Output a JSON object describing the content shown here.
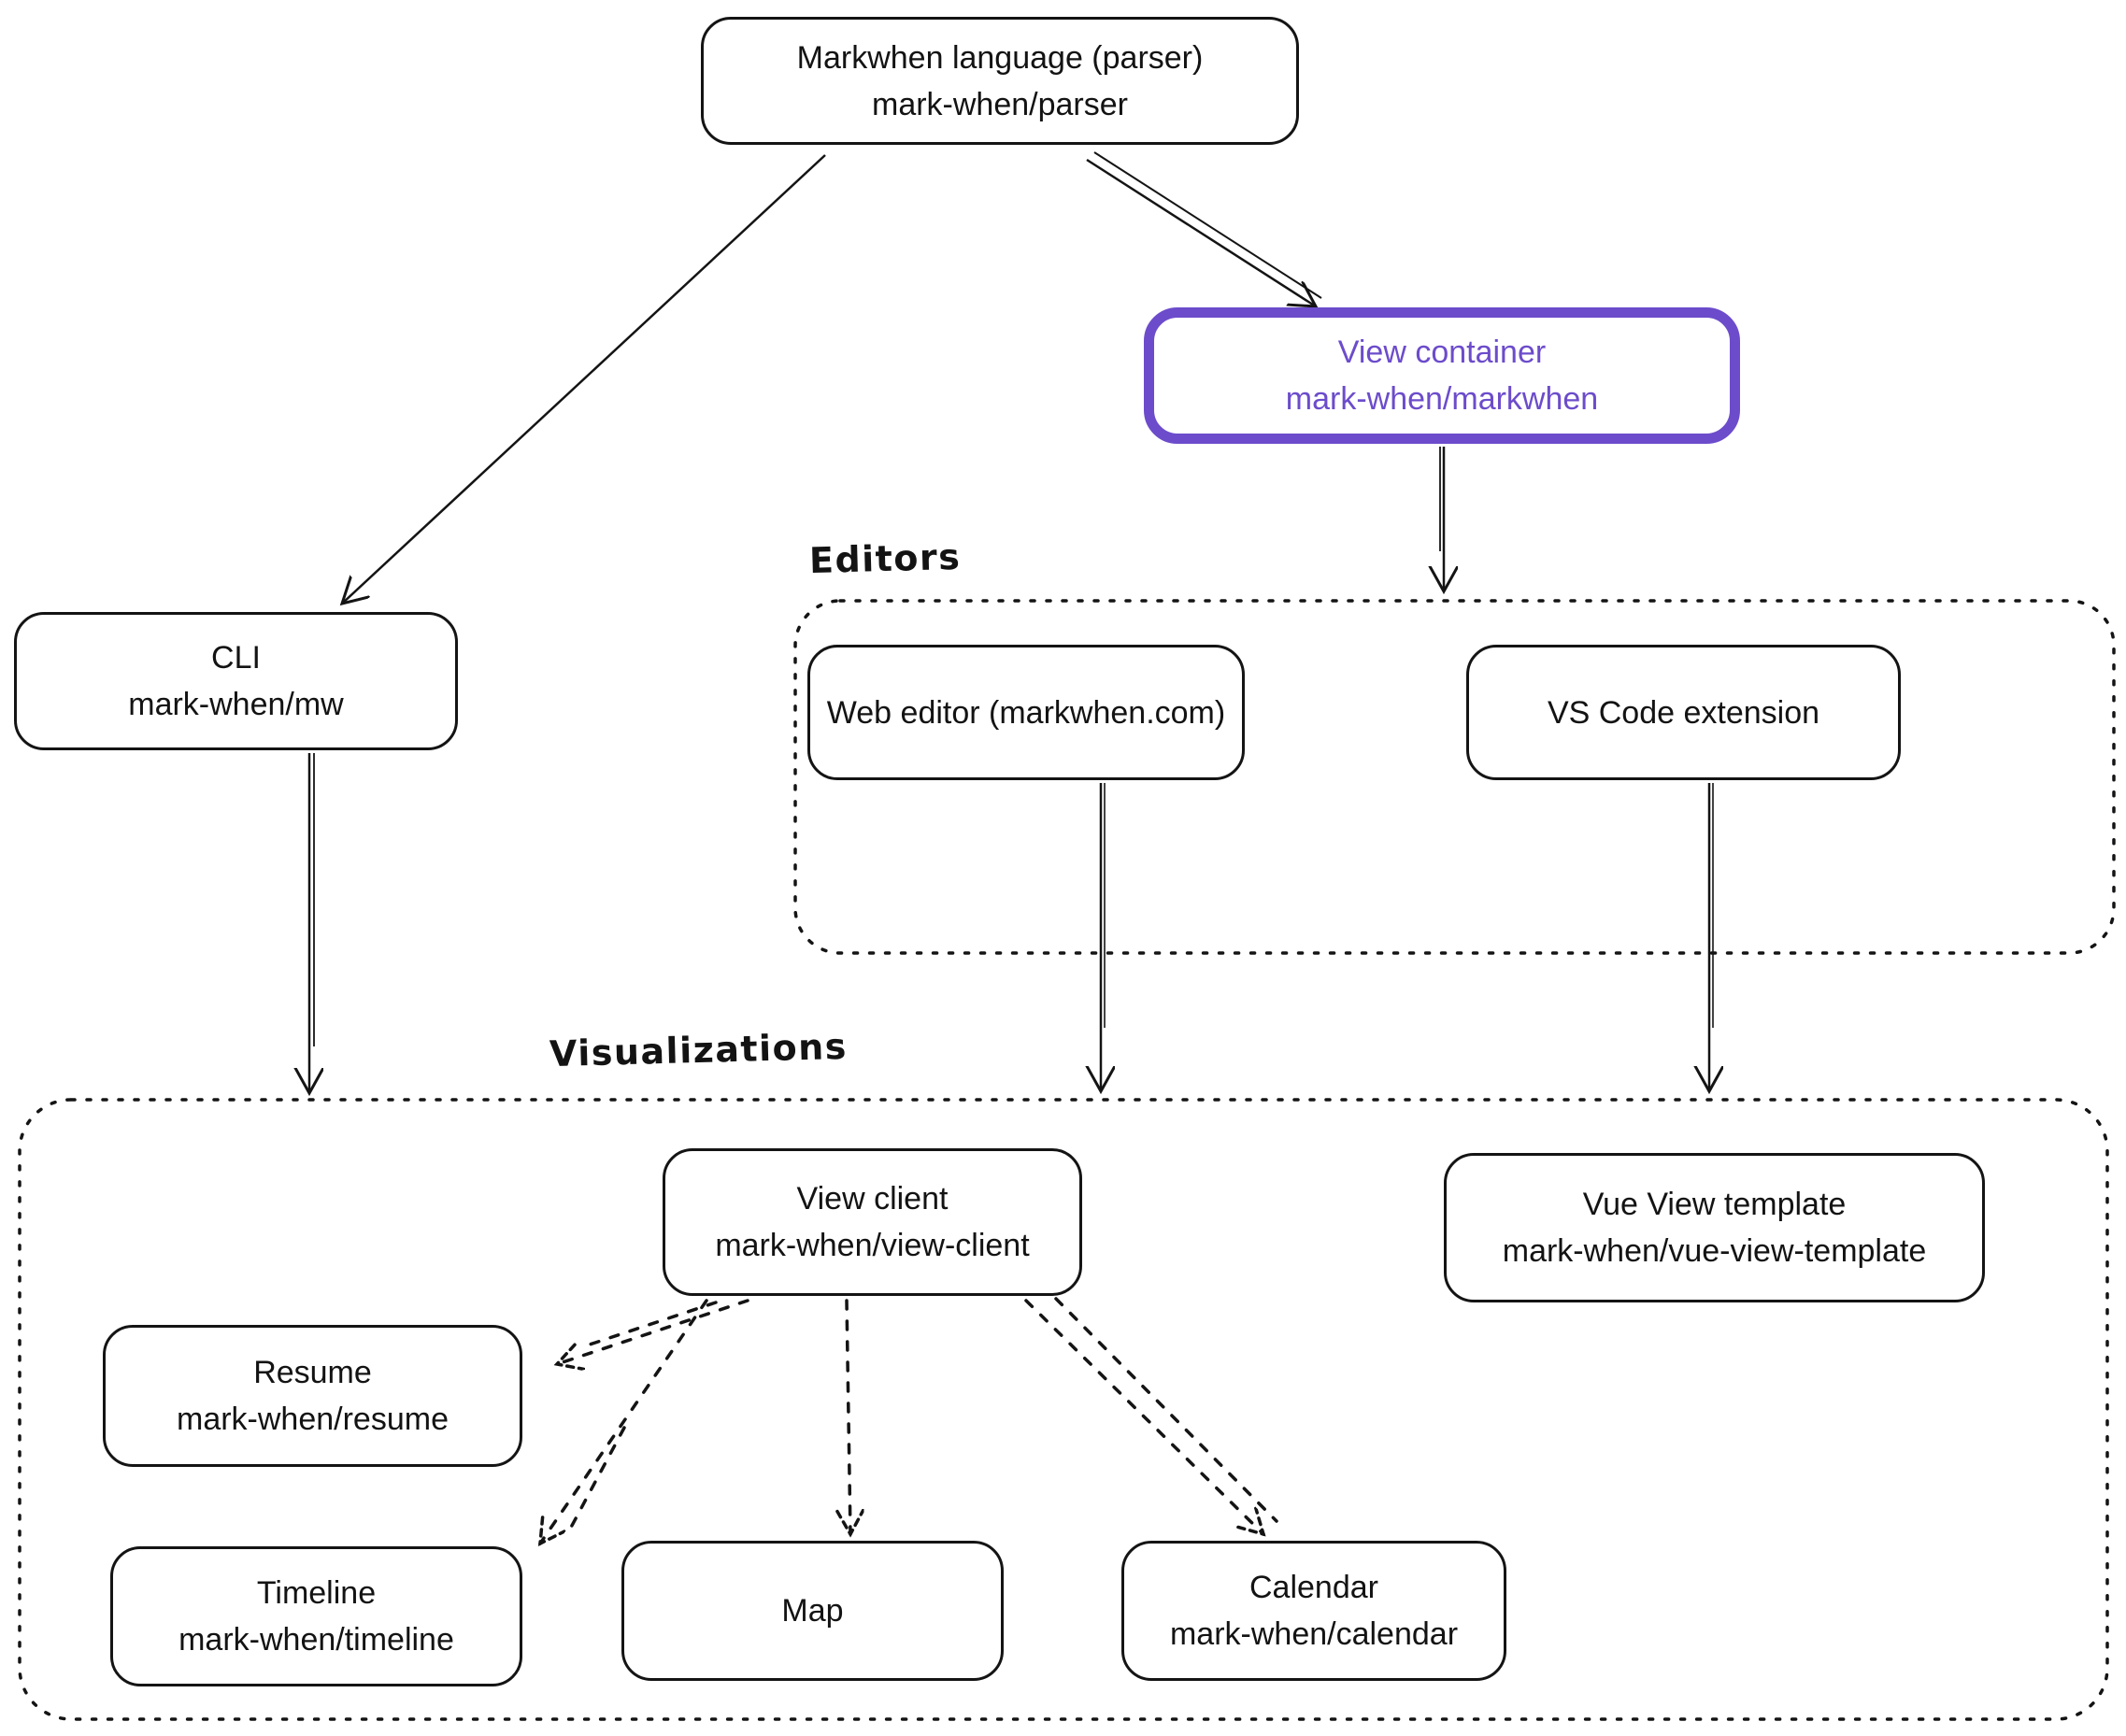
{
  "nodes": {
    "parser": {
      "line1": "Markwhen language (parser)",
      "line2": "mark-when/parser"
    },
    "view_container": {
      "line1": "View container",
      "line2": "mark-when/markwhen"
    },
    "cli": {
      "line1": "CLI",
      "line2": "mark-when/mw"
    },
    "web_editor": {
      "line1": "Web editor (markwhen.com)",
      "line2": ""
    },
    "vscode": {
      "line1": "VS Code extension",
      "line2": ""
    },
    "view_client": {
      "line1": "View client",
      "line2": "mark-when/view-client"
    },
    "vue_view_template": {
      "line1": "Vue View template",
      "line2": "mark-when/vue-view-template"
    },
    "resume": {
      "line1": "Resume",
      "line2": "mark-when/resume"
    },
    "timeline": {
      "line1": "Timeline",
      "line2": "mark-when/timeline"
    },
    "map": {
      "line1": "Map",
      "line2": ""
    },
    "calendar": {
      "line1": "Calendar",
      "line2": "mark-when/calendar"
    }
  },
  "groups": {
    "editors_label": "Editors",
    "visualizations_label": "Visualizations"
  },
  "edges": [
    {
      "from": "parser",
      "to": "cli",
      "style": "solid"
    },
    {
      "from": "parser",
      "to": "view_container",
      "style": "solid-double"
    },
    {
      "from": "view_container",
      "to": "editors-group",
      "style": "solid"
    },
    {
      "from": "cli",
      "to": "visualizations-group",
      "style": "solid-double"
    },
    {
      "from": "web_editor",
      "to": "visualizations-group",
      "style": "solid"
    },
    {
      "from": "vscode",
      "to": "visualizations-group",
      "style": "solid"
    },
    {
      "from": "view_client",
      "to": "resume",
      "style": "dashed"
    },
    {
      "from": "view_client",
      "to": "timeline",
      "style": "dashed"
    },
    {
      "from": "view_client",
      "to": "map",
      "style": "dashed"
    },
    {
      "from": "view_client",
      "to": "calendar",
      "style": "dashed"
    }
  ],
  "colors": {
    "accent": "#6C4CCB",
    "stroke": "#141414",
    "background": "#ffffff"
  }
}
